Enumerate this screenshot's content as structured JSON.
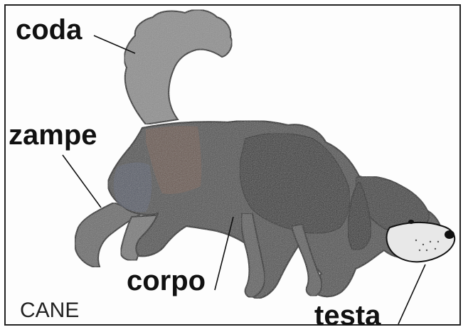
{
  "labels": {
    "tail": "coda",
    "legs": "zampe",
    "body": "corpo",
    "head": "testa"
  },
  "caption": "CANE",
  "colors": {
    "tail": "#8f8f8f",
    "body": "#4f4f4f",
    "legs": "#6a6a6a",
    "patch_brown": "#7a5a4a",
    "patch_blue": "#5a6278",
    "muzzle": "#e8e8e8",
    "outline": "#111111"
  }
}
